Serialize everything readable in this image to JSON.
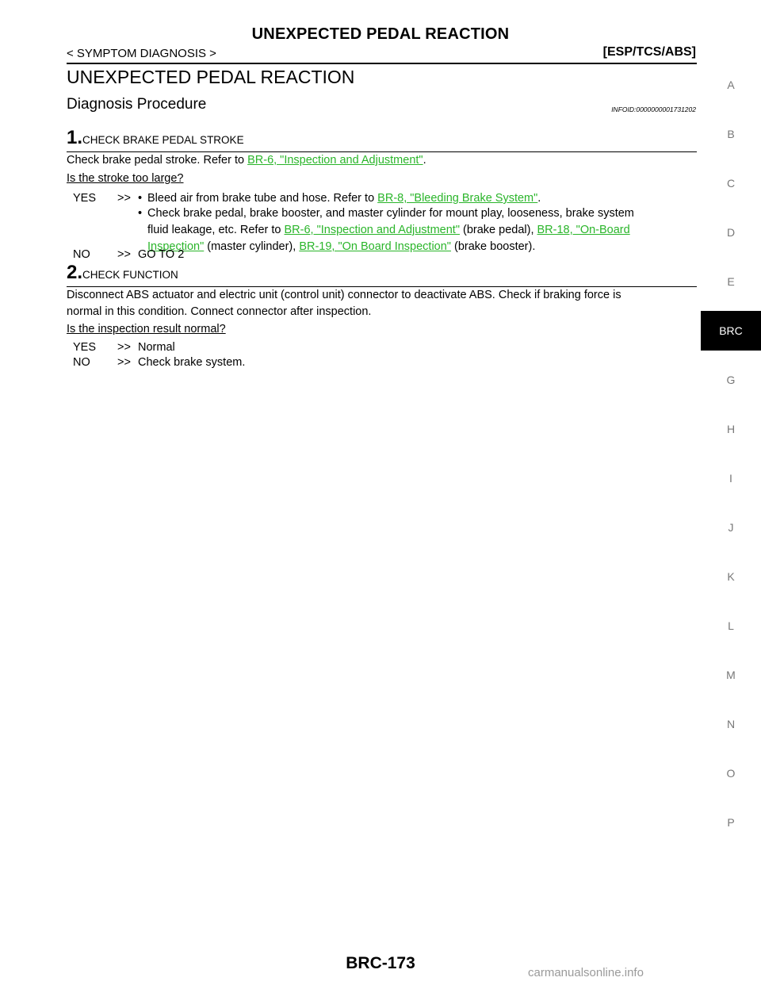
{
  "header": {
    "title": "UNEXPECTED PEDAL REACTION",
    "section": "< SYMPTOM DIAGNOSIS >",
    "system": "[ESP/TCS/ABS]"
  },
  "page_title": "UNEXPECTED PEDAL REACTION",
  "subtitle": "Diagnosis Procedure",
  "info_id": "INFOID:0000000001731202",
  "step1": {
    "number": "1.",
    "heading": "CHECK BRAKE PEDAL STROKE",
    "text_pre": "Check brake pedal stroke. Refer to ",
    "link": "BR-6, \"Inspection and Adjustment\"",
    "text_post": ".",
    "question": "Is the stroke too large?",
    "yes_label": "YES",
    "arrow": ">>",
    "yes_b1_pre": "Bleed air from brake tube and hose. Refer to ",
    "yes_b1_link": "BR-8, \"Bleeding Brake System\"",
    "yes_b1_post": ".",
    "yes_b2_text1": "Check brake pedal, brake booster, and master cylinder for mount play, looseness, brake system",
    "yes_b2_text2": "fluid leakage, etc. Refer to ",
    "yes_b2_link1": "BR-6, \"Inspection and Adjustment\"",
    "yes_b2_text3": " (brake pedal), ",
    "yes_b2_link2a": "BR-18, \"On-Board",
    "yes_b2_link2b": "Inspection\"",
    "yes_b2_text4": " (master cylinder), ",
    "yes_b2_link3": "BR-19, \"On Board Inspection\"",
    "yes_b2_text5": " (brake booster).",
    "no_label": "NO",
    "no_text": "GO TO 2"
  },
  "step2": {
    "number": "2.",
    "heading": "CHECK FUNCTION",
    "para1": "Disconnect ABS actuator and electric unit (control unit) connector to deactivate ABS. Check if braking force is",
    "para2": "normal in this condition. Connect connector after inspection.",
    "question": "Is the inspection result normal?",
    "yes_label": "YES",
    "yes_text": "Normal",
    "no_label": "NO",
    "no_text": "Check brake system.",
    "arrow": ">>"
  },
  "tabs": [
    "A",
    "B",
    "C",
    "D",
    "E",
    "BRC",
    "G",
    "H",
    "I",
    "J",
    "K",
    "L",
    "M",
    "N",
    "O",
    "P"
  ],
  "active_tab": "BRC",
  "footer_page": "BRC-173",
  "watermark": "carmanualsonline.info",
  "colors": {
    "link": "#2ab52a",
    "active_tab_bg": "#000000"
  }
}
